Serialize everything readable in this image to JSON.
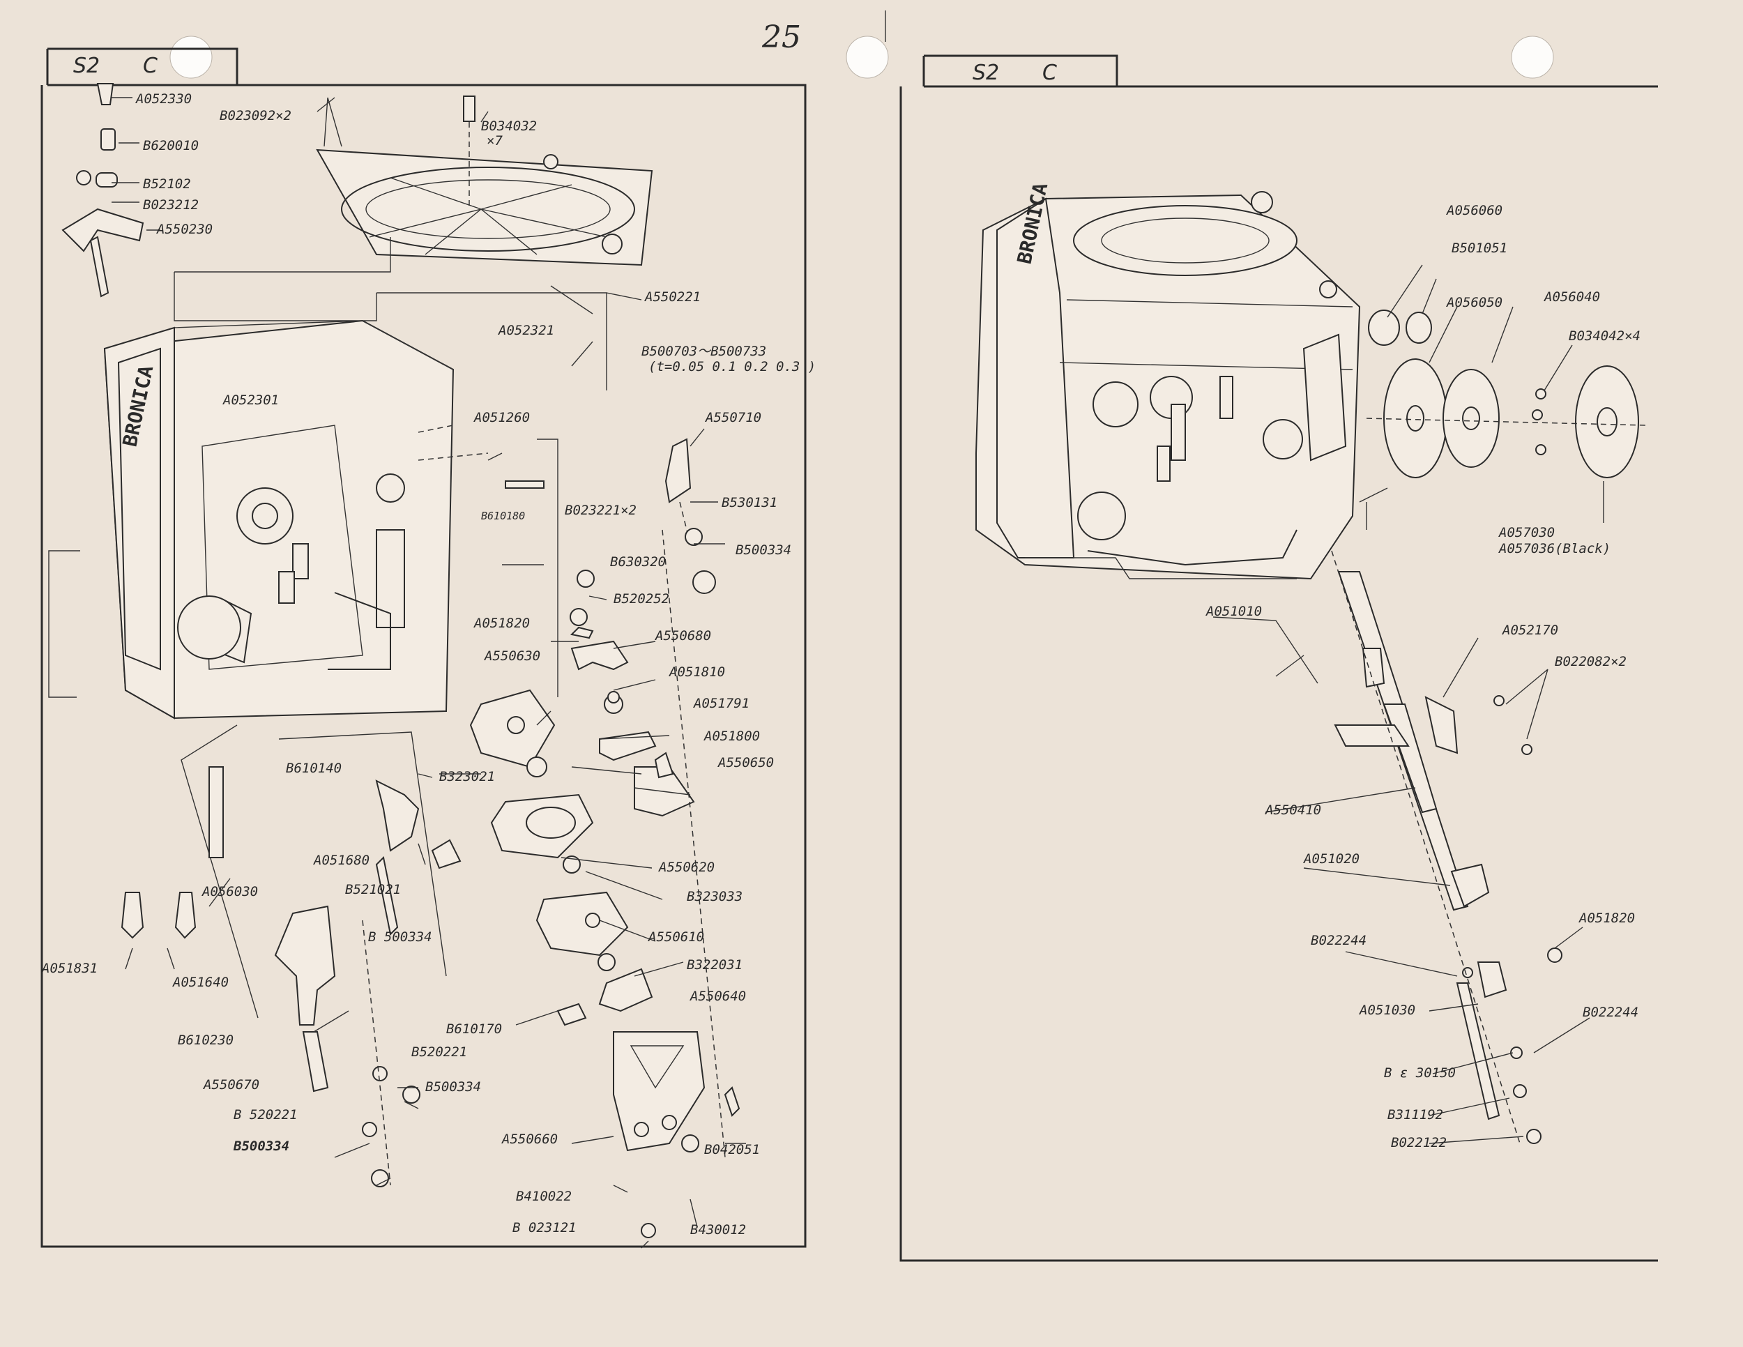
{
  "page_number": "25",
  "left_panel": {
    "header": {
      "code": "S2",
      "section": "C"
    },
    "brand": "BRONICA",
    "parts": [
      "A052330",
      "B023092×2",
      "B034032",
      "×7",
      "B620010",
      "B52102",
      "B023212",
      "A550230",
      "A550221",
      "A052321",
      "B500703～B500733",
      "(t=0.05 0.1 0.2 0.3 )",
      "A052301",
      "A051260",
      "A550710",
      "B610180",
      "B023221×2",
      "B530131",
      "B500334",
      "B630320",
      "B520252",
      "A051820",
      "A550680",
      "A550630",
      "A051810",
      "A051791",
      "A051800",
      "B610140",
      "B323021",
      "A550650",
      "A051680",
      "A550620",
      "B521021",
      "B323033",
      "A056030",
      "B 500334",
      "A550610",
      "A051831",
      "A051640",
      "B322031",
      "A550640",
      "B610170",
      "B610230",
      "B520221",
      "B500334",
      "A550670",
      "B 520221",
      "B500334",
      "A550660",
      "B042051",
      "B410022",
      "B 023121",
      "B430012"
    ]
  },
  "right_panel": {
    "header": {
      "code": "S2",
      "section": "C"
    },
    "brand": "BRONICA",
    "parts": [
      "A056060",
      "B501051",
      "A056050",
      "A056040",
      "B034042×4",
      "A057030",
      "A057036(Black)",
      "A051010",
      "A052170",
      "B022082×2",
      "A550410",
      "A051020",
      "A051820",
      "B022244",
      "A051030",
      "B022244",
      "B ε 30150",
      "B311192",
      "B022122"
    ]
  }
}
